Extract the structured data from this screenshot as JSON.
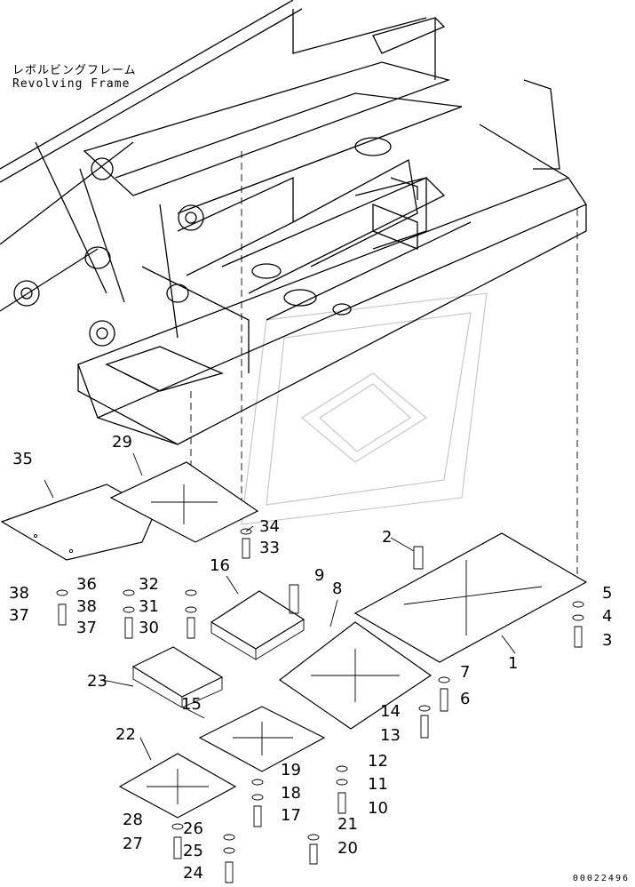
{
  "frame_label": {
    "japanese": "レボルビングフレーム",
    "english": "Revolving Frame"
  },
  "document_number": "00022496",
  "callouts": [
    "1",
    "2",
    "3",
    "4",
    "5",
    "6",
    "7",
    "8",
    "9",
    "10",
    "11",
    "12",
    "13",
    "14",
    "15",
    "16",
    "17",
    "18",
    "19",
    "20",
    "21",
    "22",
    "23",
    "24",
    "25",
    "26",
    "27",
    "28",
    "29",
    "30",
    "31",
    "32",
    "33",
    "34",
    "35",
    "36",
    "37",
    "38"
  ]
}
